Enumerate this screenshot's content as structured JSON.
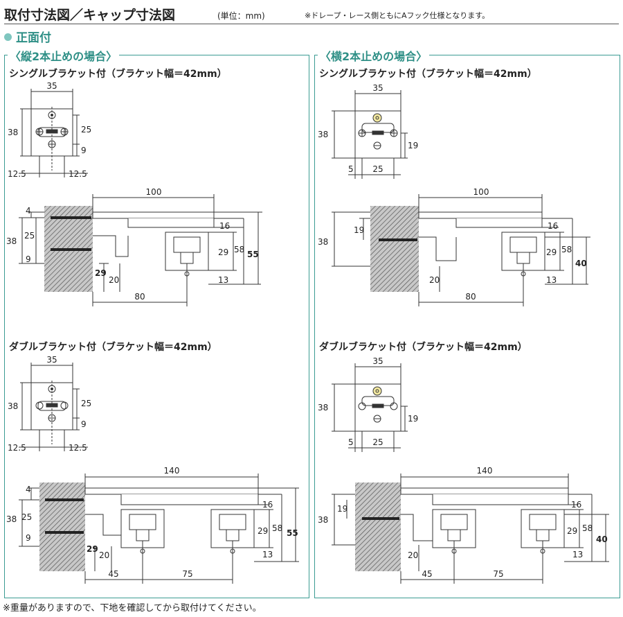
{
  "header": {
    "title": "取付寸法図／キャップ寸法図",
    "unit": "(単位：mm)",
    "note": "※ドレープ・レース側ともにAフック仕様となります。"
  },
  "subheading": "正面付",
  "panels": [
    {
      "title": "〈縦2本止めの場合〉",
      "single": {
        "title": "シングルブラケット付（ブラケット幅＝42mm）",
        "plate": {
          "w": "35",
          "h": "38",
          "d1": "25",
          "d2": "9",
          "b1": "12.5",
          "b2": "12.5"
        },
        "side": {
          "top": "100",
          "a": "4",
          "b": "38",
          "c": "25",
          "d": "9",
          "e": "29",
          "f": "20",
          "bottom": "80",
          "r1": "16",
          "r2": "29",
          "r3": "58",
          "r4": "55",
          "r5": "13"
        }
      },
      "double": {
        "title": "ダブルブラケット付（ブラケット幅＝42mm）",
        "plate": {
          "w": "35",
          "h": "38",
          "d1": "25",
          "d2": "9",
          "b1": "12.5",
          "b2": "12.5"
        },
        "side": {
          "top": "140",
          "a": "4",
          "b": "38",
          "c": "25",
          "d": "9",
          "e": "29",
          "f": "20",
          "bottom1": "45",
          "bottom2": "75",
          "r1": "16",
          "r2": "29",
          "r3": "58",
          "r4": "55",
          "r5": "13"
        }
      }
    },
    {
      "title": "〈横2本止めの場合〉",
      "single": {
        "title": "シングルブラケット付（ブラケット幅＝42mm）",
        "plate": {
          "w": "35",
          "h": "38",
          "d1": "19",
          "b1": "5",
          "b2": "25"
        },
        "side": {
          "top": "100",
          "a": "19",
          "b": "38",
          "f": "20",
          "bottom": "80",
          "r1": "16",
          "r2": "29",
          "r3": "58",
          "r4": "40",
          "r5": "13"
        }
      },
      "double": {
        "title": "ダブルブラケット付（ブラケット幅＝42mm）",
        "plate": {
          "w": "35",
          "h": "38",
          "d1": "19",
          "b1": "5",
          "b2": "25"
        },
        "side": {
          "top": "140",
          "a": "19",
          "b": "38",
          "f": "20",
          "bottom1": "45",
          "bottom2": "75",
          "r1": "16",
          "r2": "29",
          "r3": "58",
          "r4": "40",
          "r5": "13"
        }
      }
    }
  ],
  "footnote": "※重量がありますので、下地を確認してから取付けてください。"
}
